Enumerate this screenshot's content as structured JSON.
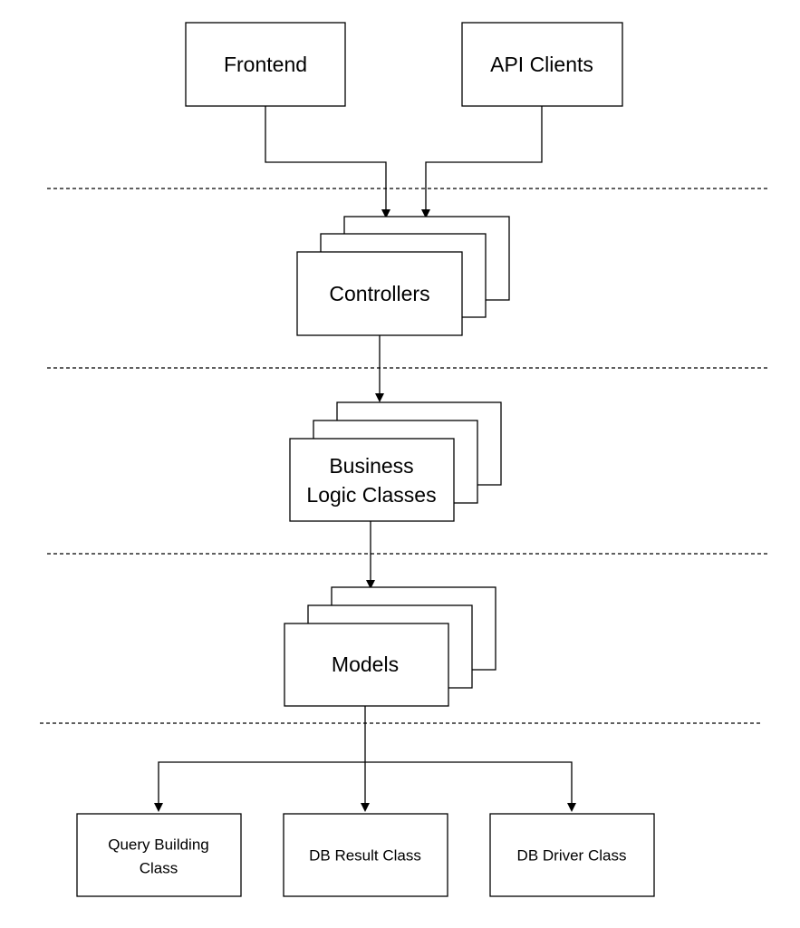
{
  "nodes": {
    "frontend": {
      "label": "Frontend"
    },
    "api_clients": {
      "label": "API Clients"
    },
    "controllers": {
      "label": "Controllers"
    },
    "business_logic": {
      "line1": "Business",
      "line2": "Logic Classes"
    },
    "models": {
      "label": "Models"
    },
    "query_building": {
      "line1": "Query Building",
      "line2": "Class"
    },
    "db_result": {
      "label": "DB Result Class"
    },
    "db_driver": {
      "label": "DB Driver Class"
    }
  },
  "colors": {
    "stroke": "#000000",
    "fill": "#ffffff",
    "background": "#ffffff"
  }
}
